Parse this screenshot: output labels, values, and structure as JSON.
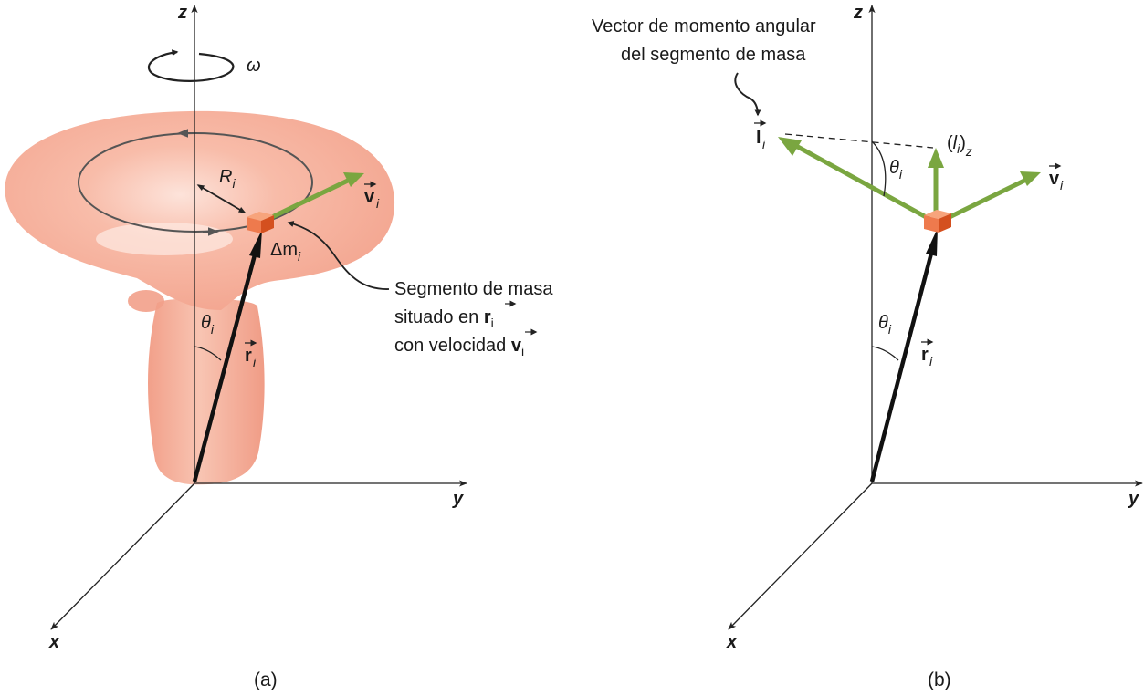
{
  "panel_a": {
    "axis_z": "z",
    "axis_y": "y",
    "axis_x": "x",
    "omega": "ω",
    "radius_label": "R",
    "radius_sub": "i",
    "mass_label": "Δm",
    "mass_sub": "i",
    "velocity_label": "v",
    "velocity_sub": "i",
    "angle_label": "θ",
    "angle_sub": "i",
    "position_label": "r",
    "position_sub": "i",
    "annotation_line1": "Segmento de masa",
    "annotation_line2": "situado en ",
    "annotation_line2_vec": "r",
    "annotation_line2_sub": "i",
    "annotation_line3": "con velocidad ",
    "annotation_line3_vec": "v",
    "annotation_line3_sub": "i",
    "caption": "(a)"
  },
  "panel_b": {
    "axis_z": "z",
    "axis_y": "y",
    "axis_x": "x",
    "annotation_line1": "Vector de momento angular",
    "annotation_line2": "del segmento de masa",
    "l_label": "l",
    "l_sub": "i",
    "lz_open": "(",
    "lz_letter": "l",
    "lz_sub": "i",
    "lz_close": ")",
    "lz_subz": "z",
    "angle_label": "θ",
    "angle_sub": "i",
    "velocity_label": "v",
    "velocity_sub": "i",
    "position_label": "r",
    "position_sub": "i",
    "caption": "(b)"
  },
  "colors": {
    "body_fill": "#f4a48e",
    "body_highlight": "#fde3da",
    "vector_green": "#7aa640",
    "mass_cube": "#e8622e",
    "axis": "#222222"
  }
}
